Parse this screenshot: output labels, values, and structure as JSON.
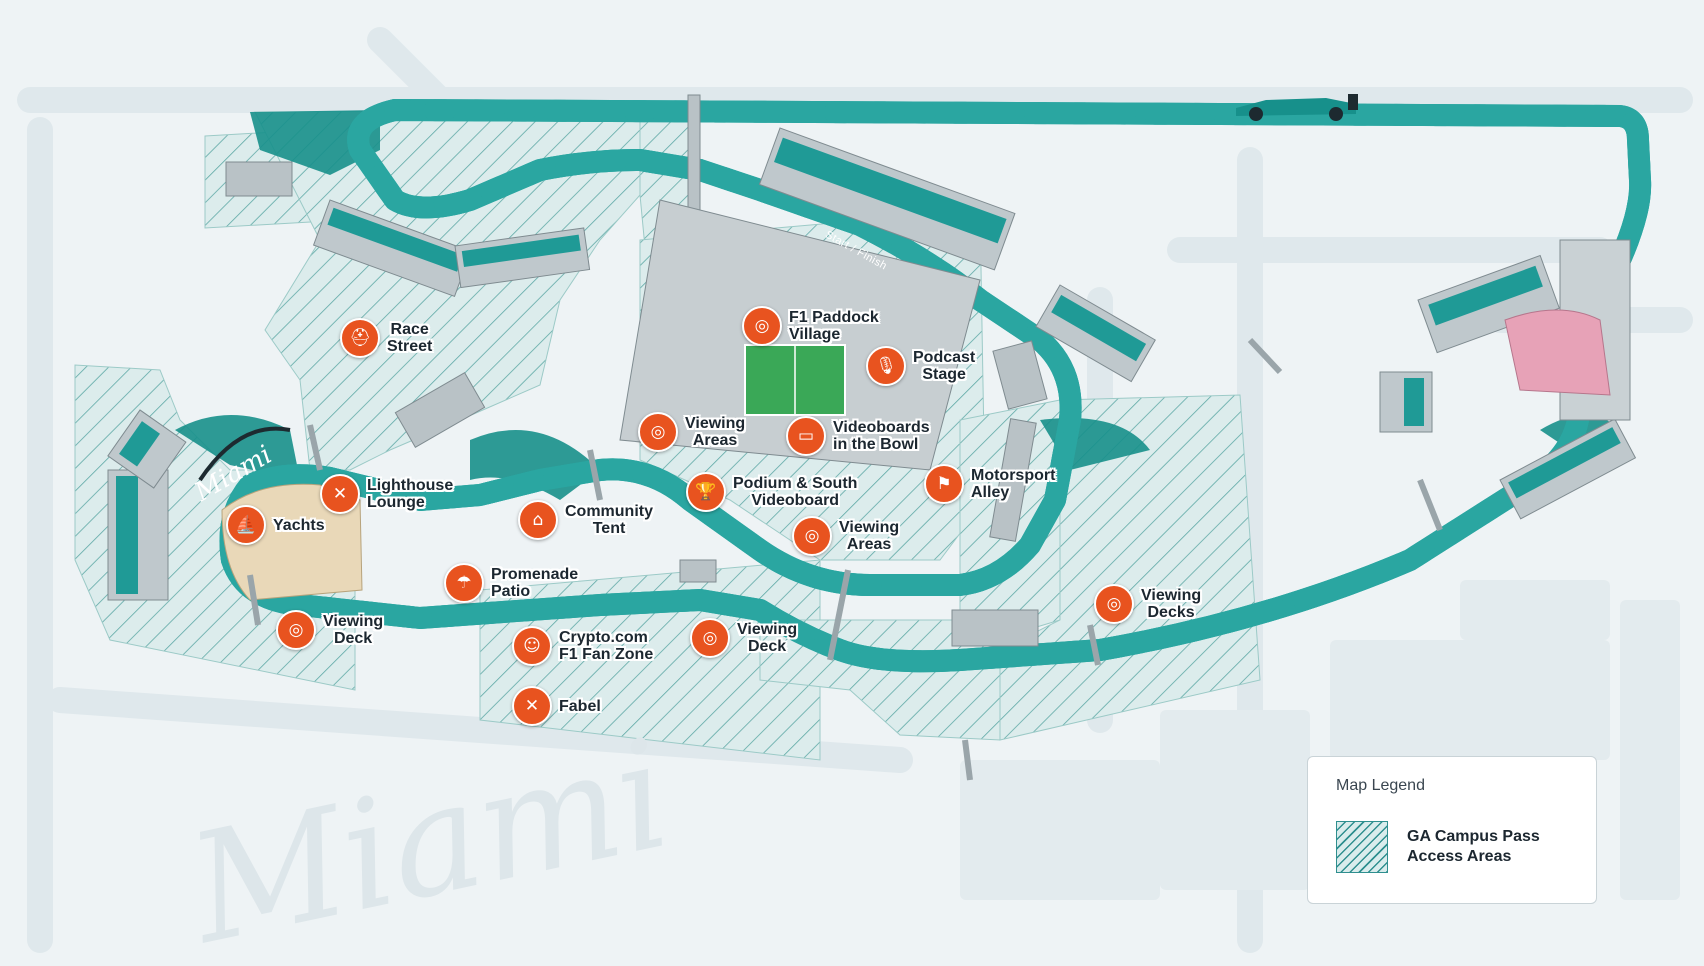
{
  "map": {
    "watermark": "Miami",
    "marina_sign": "Miami",
    "start_finish_label": "Start / Finish",
    "colors": {
      "background": "#eef3f5",
      "access_area": "#d9ecec",
      "access_hatch": "#2f8f8f",
      "track": "#1d2a30",
      "track_edge": "#1f9a96",
      "pin": "#e8531f",
      "grandstand_seats": "#1f9a96"
    }
  },
  "pois": [
    {
      "id": "race-street",
      "label": "Race\nStreet",
      "icon": "helmet-icon",
      "glyph": "⛑"
    },
    {
      "id": "f1-paddock-village",
      "label": "F1 Paddock\nVillage",
      "icon": "binoculars-icon",
      "glyph": "◎"
    },
    {
      "id": "podcast-stage",
      "label": "Podcast\nStage",
      "icon": "microphone-icon",
      "glyph": "🎙"
    },
    {
      "id": "viewing-areas-bowl",
      "label": "Viewing\nAreas",
      "icon": "binoculars-icon",
      "glyph": "◎"
    },
    {
      "id": "videoboards-bowl",
      "label": "Videoboards\nin the Bowl",
      "icon": "screen-icon",
      "glyph": "▭"
    },
    {
      "id": "podium-south-videoboard",
      "label": "Podium & South\nVideoboard",
      "icon": "trophy-icon",
      "glyph": "🏆"
    },
    {
      "id": "motorsport-alley",
      "label": "Motorsport\nAlley",
      "icon": "crossed-flags-icon",
      "glyph": "⚑"
    },
    {
      "id": "lighthouse-lounge",
      "label": "Lighthouse\nLounge",
      "icon": "dining-icon",
      "glyph": "✕"
    },
    {
      "id": "yachts",
      "label": "Yachts",
      "icon": "yacht-icon",
      "glyph": "⛵"
    },
    {
      "id": "community-tent",
      "label": "Community\nTent",
      "icon": "tent-icon",
      "glyph": "⌂"
    },
    {
      "id": "viewing-areas-south",
      "label": "Viewing\nAreas",
      "icon": "binoculars-icon",
      "glyph": "◎"
    },
    {
      "id": "promenade-patio",
      "label": "Promenade\nPatio",
      "icon": "umbrella-icon",
      "glyph": "☂"
    },
    {
      "id": "viewing-deck-west",
      "label": "Viewing\nDeck",
      "icon": "binoculars-icon",
      "glyph": "◎"
    },
    {
      "id": "crypto-f1-fan-zone",
      "label": "Crypto.com\nF1 Fan Zone",
      "icon": "fan-zone-icon",
      "glyph": "☺"
    },
    {
      "id": "viewing-deck-south",
      "label": "Viewing\nDeck",
      "icon": "binoculars-icon",
      "glyph": "◎"
    },
    {
      "id": "viewing-decks-east",
      "label": "Viewing\nDecks",
      "icon": "binoculars-icon",
      "glyph": "◎"
    },
    {
      "id": "fabel",
      "label": "Fabel",
      "icon": "dining-icon",
      "glyph": "✕"
    }
  ],
  "legend": {
    "title": "Map Legend",
    "items": [
      {
        "label": "GA Campus Pass\nAccess Areas"
      }
    ]
  }
}
